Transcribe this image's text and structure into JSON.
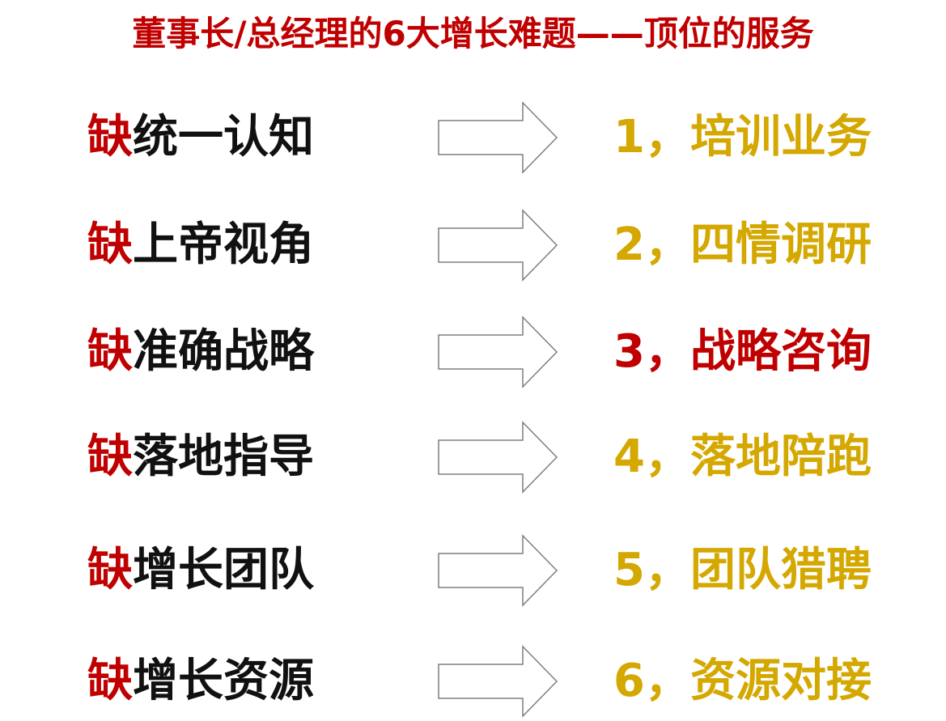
{
  "title": "董事长/总经理的6大增长难题——顶位的服务",
  "colors": {
    "accent": "#c00000",
    "gold": "#d4a800",
    "text": "#111111"
  },
  "rows": [
    {
      "prefix": "缺",
      "problem": "统一认知",
      "solution": "1，培训业务",
      "solution_color": "#d4a800"
    },
    {
      "prefix": "缺",
      "problem": "上帝视角",
      "solution": "2，四情调研",
      "solution_color": "#d4a800"
    },
    {
      "prefix": "缺",
      "problem": "准确战略",
      "solution": "3，战略咨询",
      "solution_color": "#c00000"
    },
    {
      "prefix": "缺",
      "problem": "落地指导",
      "solution": "4，落地陪跑",
      "solution_color": "#d4a800"
    },
    {
      "prefix": "缺",
      "problem": "增长团队",
      "solution": "5，团队猎聘",
      "solution_color": "#d4a800"
    },
    {
      "prefix": "缺",
      "problem": "增长资源",
      "solution": "6，资源对接",
      "solution_color": "#d4a800"
    }
  ]
}
